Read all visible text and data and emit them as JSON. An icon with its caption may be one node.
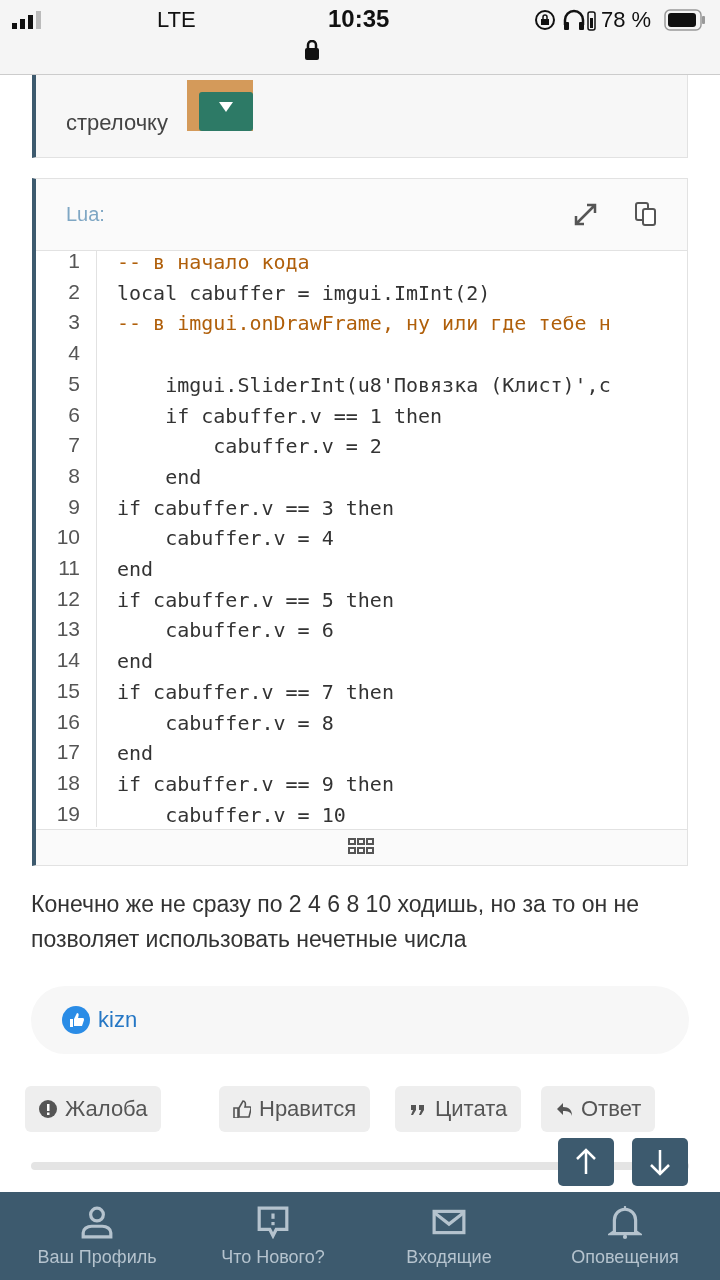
{
  "diagram": {
    "labels": [
      "LTE",
      "10:35",
      "78 %",
      "стрелочку",
      "Lua:",
      "1",
      "2",
      "3",
      "4",
      "5",
      "6",
      "7",
      "8",
      "9",
      "10",
      "11",
      "12",
      "13",
      "14",
      "15",
      "16",
      "17",
      "18",
      "19",
      "-- в начало кода",
      "local cabuffer = imgui.ImInt(2)",
      "-- в imgui.onDrawFrame, ну или где тебе н",
      "imgui.SliderInt(u8'Повязка (Клист)',c",
      "if cabuffer.v == 1 then",
      "cabuffer.v = 2",
      "end",
      "if cabuffer.v == 3 then",
      "cabuffer.v = 4",
      "end",
      "if cabuffer.v == 5 then",
      "cabuffer.v = 6",
      "end",
      "if cabuffer.v == 7 then",
      "cabuffer.v = 8",
      "end",
      "if cabuffer.v == 9 then",
      "cabuffer.v = 10",
      "Конечно же не сразу по 2 4 6 8 10 ходишь, но за то он не позволяет использовать нечетные числа",
      "kizn",
      "Жалоба",
      "Нравится",
      "Цитата",
      "Ответ",
      "Ваш Профиль",
      "Что Нового?",
      "Входящие",
      "Оповещения"
    ]
  }
}
